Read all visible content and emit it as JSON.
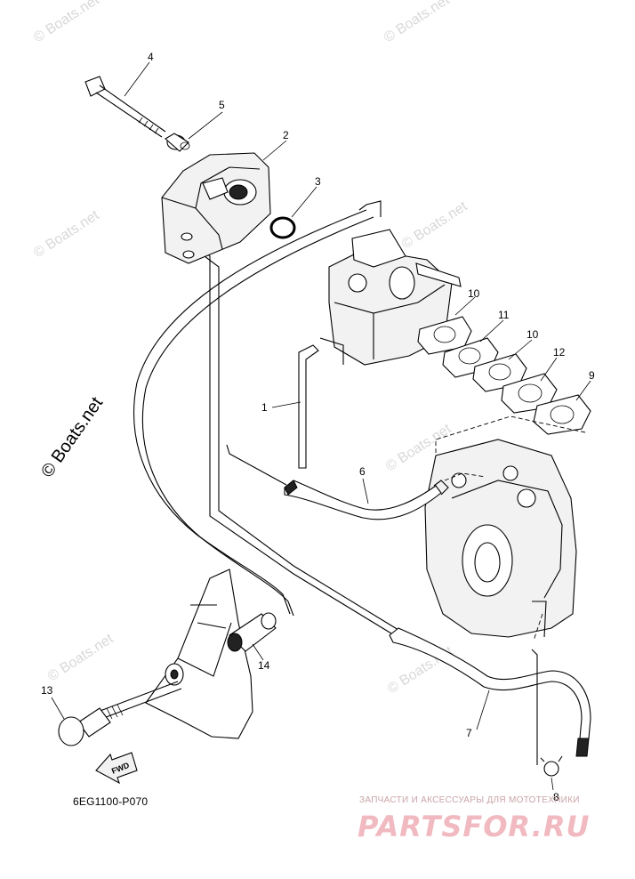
{
  "diagram": {
    "code": "6EG1100-P070",
    "callouts": [
      "1",
      "2",
      "3",
      "4",
      "5",
      "6",
      "7",
      "8",
      "9",
      "10",
      "10",
      "11",
      "12",
      "13",
      "14"
    ],
    "fwd_label": "FWD"
  },
  "watermark": {
    "text": "© Boats.net",
    "big_text": "© Boats.net"
  },
  "shop": {
    "tagline": "ЗАПЧАСТИ И АКСЕССУАРЫ ДЛЯ МОТОТЕХНИКИ",
    "logo": "PARTSFOR.RU"
  }
}
